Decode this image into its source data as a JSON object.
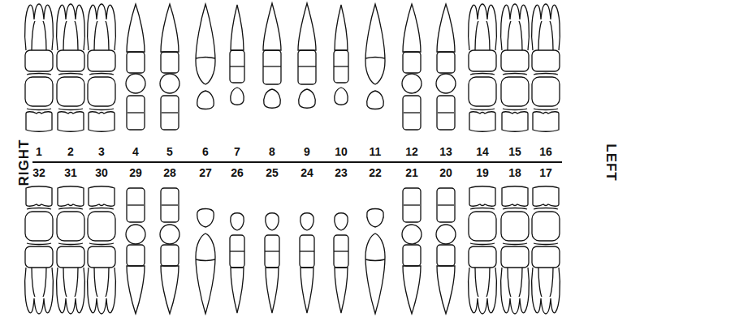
{
  "diagram": {
    "labels": [
      "RIGHT",
      "1",
      "2",
      "3",
      "4",
      "5",
      "6",
      "7",
      "8",
      "9",
      "10",
      "11",
      "12",
      "13",
      "14",
      "15",
      "16",
      "32",
      "31",
      "30",
      "29",
      "28",
      "27",
      "26",
      "25",
      "24",
      "23",
      "22",
      "21",
      "20",
      "19",
      "18",
      "17",
      "LEFT"
    ]
  }
}
